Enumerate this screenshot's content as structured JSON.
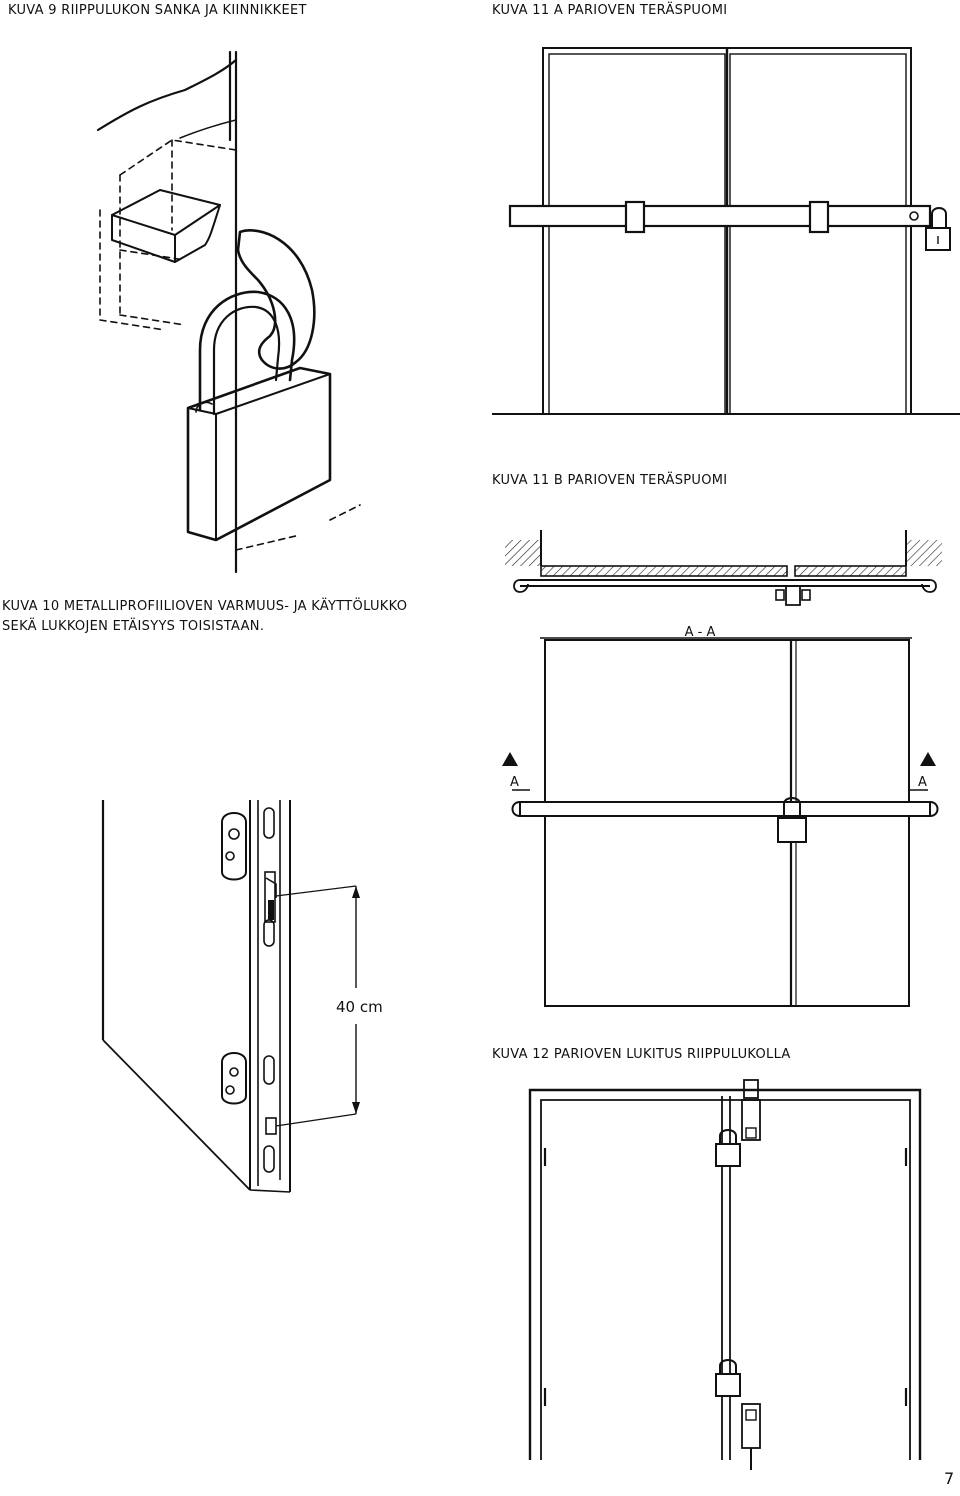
{
  "captions": {
    "kuva9": "KUVA 9  RIIPPULUKON SANKA JA KIINNIKKEET",
    "kuva11a": "KUVA 11 A  PARIOVEN TERÄSPUOMI",
    "kuva11b": "KUVA 11 B  PARIOVEN TERÄSPUOMI",
    "kuva10_line1": "KUVA 10  METALLIPROFIILIOVEN VARMUUS- JA KÄYTTÖLUKKO",
    "kuva10_line2": "SEKÄ LUKKOJEN ETÄISYYS TOISISTAAN.",
    "kuva12": "KUVA 12  PARIOVEN LUKITUS RIIPPULUKOLLA"
  },
  "labels": {
    "section": "A - A",
    "marker_left": "A",
    "marker_right": "A",
    "distance": "40 cm"
  },
  "page_number": "7"
}
